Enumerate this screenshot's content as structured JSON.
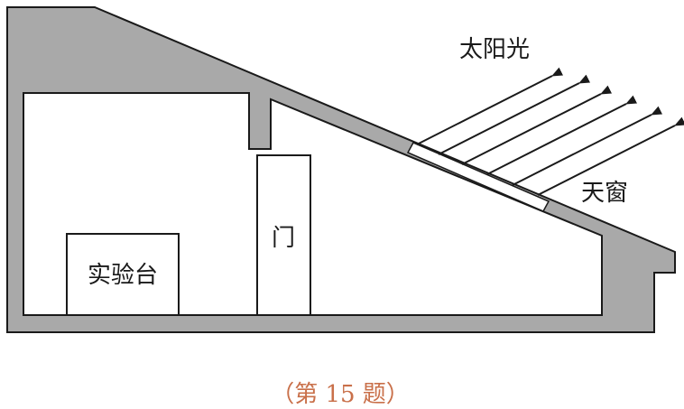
{
  "labels": {
    "sunlight": "太阳光",
    "skylight": "天窗",
    "door": "门",
    "lab_bench": "实验台"
  },
  "caption": "（第 15 题）",
  "colors": {
    "wall_fill": "#a9a9a9",
    "line": "#1a1a1a",
    "caption": "#c9704a",
    "background": "#ffffff"
  }
}
